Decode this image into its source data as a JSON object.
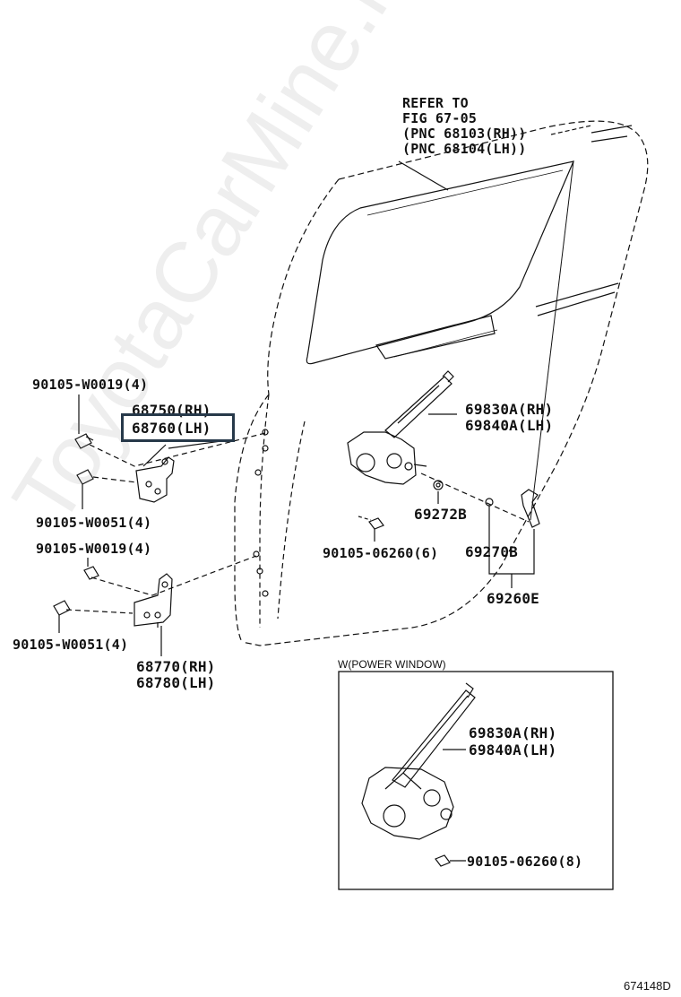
{
  "refer": {
    "line1": "REFER TO",
    "line2": "FIG 67-05",
    "line3": "(PNC 68103(RH))",
    "line4": "(PNC 68104(LH))"
  },
  "labels": {
    "bolt_upper_top": "90105-W0019(4)",
    "hinge_upper_rh": "68750(RH)",
    "hinge_upper_lh": "68760(LH)",
    "bolt_upper_bottom": "90105-W0051(4)",
    "bolt_lower_top": "90105-W0019(4)",
    "bolt_lower_bottom": "90105-W0051(4)",
    "hinge_lower_rh": "68770(RH)",
    "hinge_lower_lh": "68780(LH)",
    "regulator_rh": "69830A(RH)",
    "regulator_lh": "69840A(LH)",
    "cushion": "69272B",
    "regulator_bolt": "90105-06260(6)",
    "handle": "69270B",
    "handle_assy": "69260E"
  },
  "inset": {
    "title": "W(POWER WINDOW)",
    "regulator_rh": "69830A(RH)",
    "regulator_lh": "69840A(LH)",
    "bolt": "90105-06260(8)"
  },
  "figure_id": "674148D",
  "watermark": "ToyotaCarMine.ru",
  "colors": {
    "line": "#111111",
    "highlight": "#27394a",
    "watermark": "#9a9a9a"
  }
}
